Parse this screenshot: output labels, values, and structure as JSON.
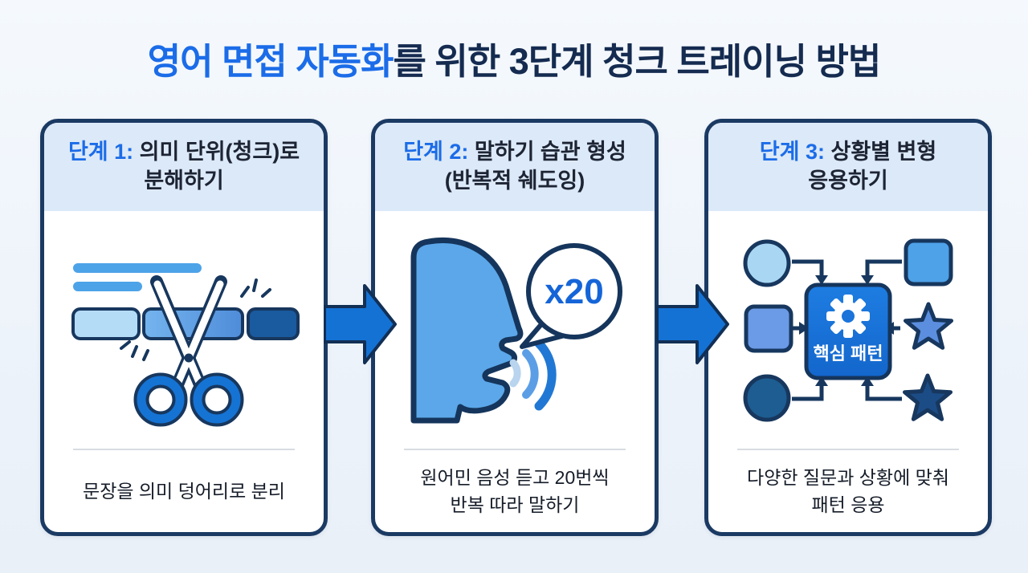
{
  "title": {
    "highlight": "영어 면접 자동화",
    "rest": "를 위한 3단계 청크 트레이닝 방법"
  },
  "colors": {
    "accent_blue": "#1b6ce8",
    "navy": "#152b50",
    "card_border": "#1b3a63",
    "header_bg": "#dce9f8",
    "arrow_fill": "#1472d4",
    "chunk_light": "#b5dcf7",
    "chunk_mid": "#5f9fe2",
    "chunk_dark": "#1a5a9e",
    "face_blue": "#5ba7e9",
    "center_box_blue": "#1a74da"
  },
  "steps": [
    {
      "label": "단계 1:",
      "heading_line1": "의미 단위(청크)로",
      "heading_line2": "분해하기",
      "caption_line1": "문장을 의미 덩어리로 분리",
      "caption_line2": "",
      "illustration": "scissors-cutting-sentence-chunks"
    },
    {
      "label": "단계 2:",
      "heading_line1": "말하기 습관 형성",
      "heading_line2": "(반복적 쉐도잉)",
      "caption_line1": "원어민 음성 듣고 20번씩",
      "caption_line2": "반복 따라 말하기",
      "badge": "x20",
      "illustration": "speaking-face-with-bubble"
    },
    {
      "label": "단계 3:",
      "heading_line1": "상황별 변형",
      "heading_line2": "응용하기",
      "caption_line1": "다양한 질문과 상황에 맞춰",
      "caption_line2": "패턴 응용",
      "center_label": "핵심 패턴",
      "illustration": "shapes-mapping-to-core-pattern"
    }
  ]
}
